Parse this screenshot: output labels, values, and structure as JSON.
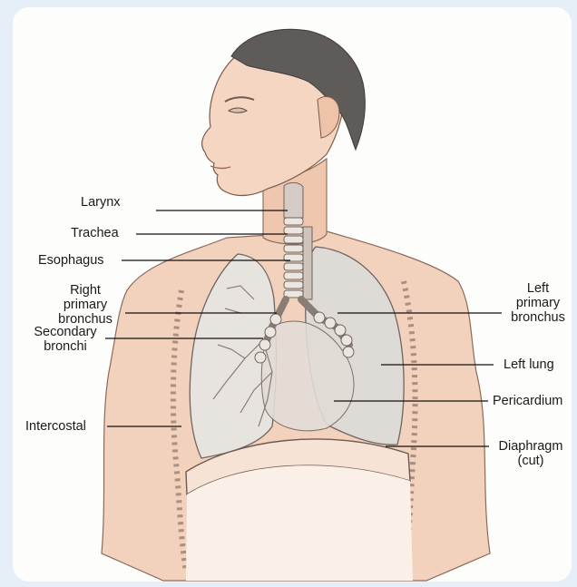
{
  "labels": {
    "larynx": "Larynx",
    "trachea": "Trachea",
    "esophagus": "Esophagus",
    "right_primary_bronchus": [
      "Right",
      "primary",
      "bronchus"
    ],
    "secondary_bronchi": [
      "Secondary",
      "bronchi"
    ],
    "intercostal": "Intercostal",
    "left_primary_bronchus": [
      "Left",
      "primary",
      "bronchus"
    ],
    "left_lung": "Left lung",
    "pericardium": "Pericardium",
    "diaphragm": [
      "Diaphragm",
      "(cut)"
    ]
  },
  "colors": {
    "background": "#e6eef8",
    "panel": "#fdfdfc",
    "skin": "#f3d2bd",
    "hair": "#5e5b58",
    "lung": "#e7e4e0",
    "diaphragm": "#f7e3d6"
  }
}
